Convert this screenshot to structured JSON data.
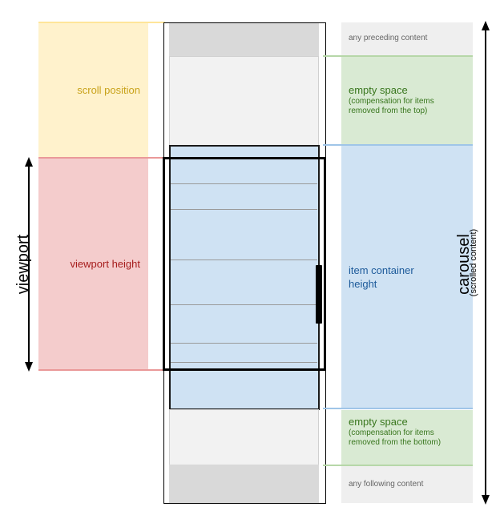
{
  "diagram": {
    "title": "Virtual scrolling carousel layout",
    "left_bands": {
      "scroll_position": {
        "label": "scroll position",
        "color": "#fff2cc",
        "text_color": "#c9a21a",
        "line_color": "#ffe599"
      },
      "viewport_height": {
        "label": "viewport height",
        "color": "#f4cccc",
        "text_color": "#a61c1c",
        "line_color": "#ea9999"
      }
    },
    "viewport_axis": {
      "label": "viewport"
    },
    "carousel_axis": {
      "label": "carousel",
      "sublabel": "(scrolled content)"
    },
    "carousel_column": {
      "preceding": {
        "color": "#d9d9d9"
      },
      "empty_top": {
        "color": "#f2f2f2"
      },
      "item_container": {
        "color": "#cfe2f3",
        "item_count": 7
      },
      "empty_bottom": {
        "color": "#f2f2f2"
      },
      "following": {
        "color": "#d9d9d9"
      },
      "scrollbar_thumb": {
        "color": "#000000"
      }
    },
    "right_column": {
      "preceding": {
        "label": "any preceding content",
        "color": "#efefef",
        "text_color": "#666666"
      },
      "empty_top": {
        "title": "empty space",
        "detail": "(compensation for items removed from the top)",
        "color": "#d9ead3",
        "text_color": "#38761d"
      },
      "item_container": {
        "label": "item container height",
        "color": "#cfe2f3",
        "text_color": "#1c5a9a"
      },
      "empty_bottom": {
        "title": "empty space",
        "detail": "(compensation for items removed from the bottom)",
        "color": "#d9ead3",
        "text_color": "#38761d"
      },
      "following": {
        "label": "any following content",
        "color": "#efefef",
        "text_color": "#666666"
      }
    }
  }
}
